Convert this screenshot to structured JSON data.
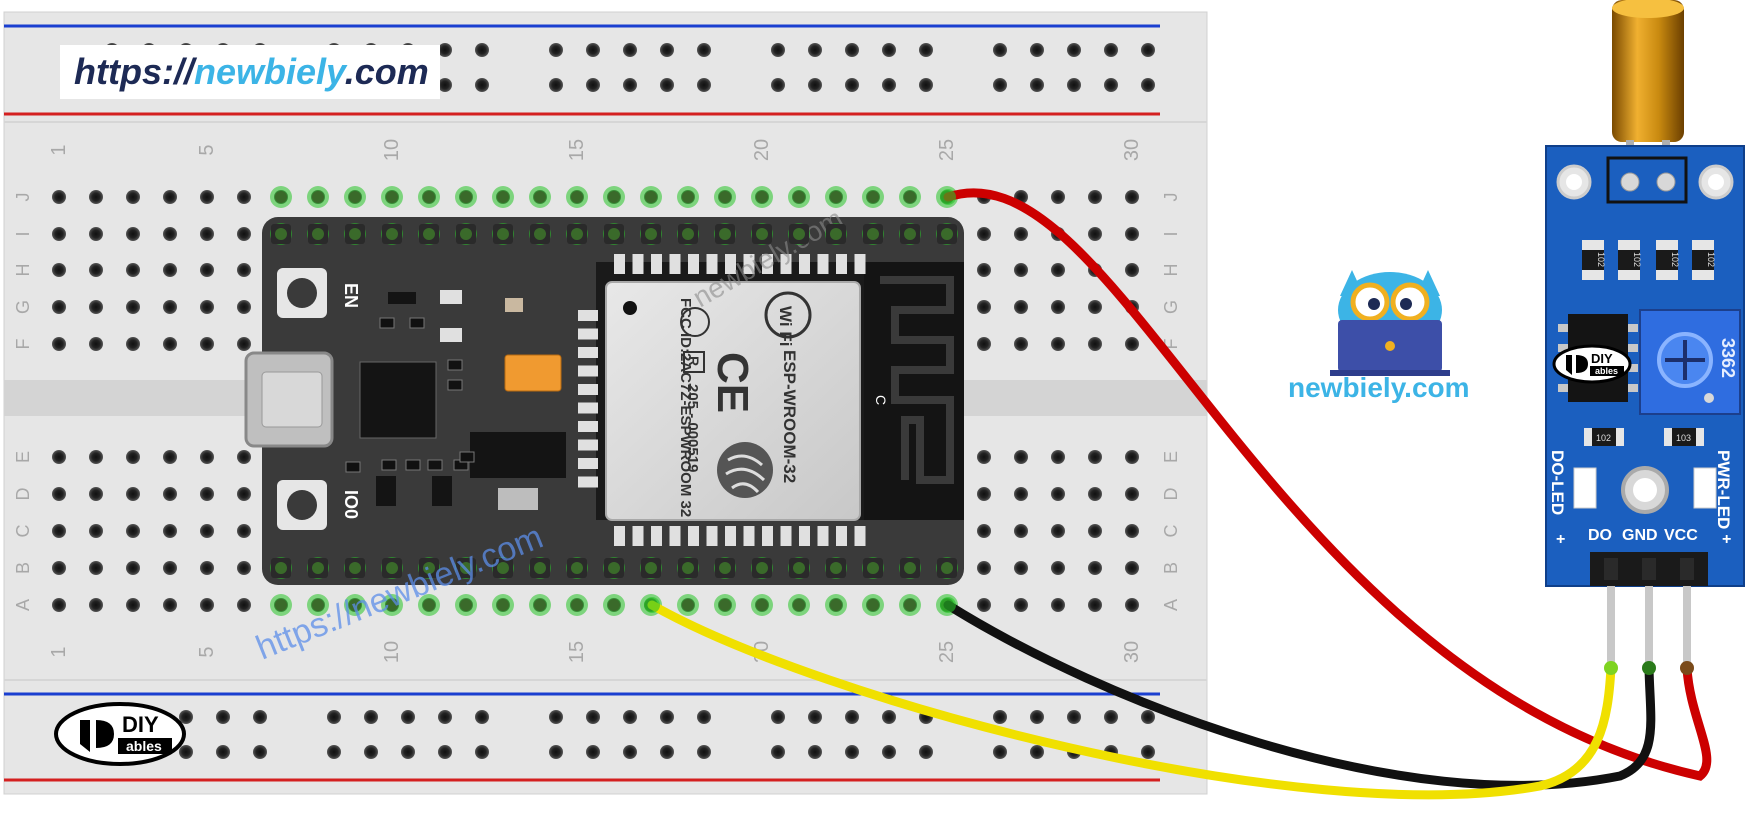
{
  "url_banner": {
    "prefix": "https://",
    "mid": "newbiely",
    "suffix": ".com"
  },
  "watermark": {
    "board": "newbiely.com",
    "diagonal": "https://newbiely.com"
  },
  "breadboard": {
    "column_numbers": [
      "1",
      "5",
      "10",
      "15",
      "20",
      "25",
      "30"
    ],
    "row_letters_top": [
      "J",
      "I",
      "H",
      "G",
      "F"
    ],
    "row_letters_bottom": [
      "E",
      "D",
      "C",
      "B",
      "A"
    ],
    "logo_text": [
      "DIY",
      "ables"
    ]
  },
  "esp32": {
    "button_en": "EN",
    "button_io0": "IO0",
    "module_name": "ESP-WROOM-32",
    "fcc_id": "FCC ID:2AC7Z-ESPWROOM 32",
    "cert_r": "R",
    "cert_number": "205 - 000519",
    "wifi_label": "Wi Fi",
    "ce_mark": "CE",
    "antenna_mark": "C"
  },
  "sensor": {
    "pot_code": "3362",
    "res_code_1": "102",
    "res_code_2": "103",
    "led_left": "DO-LED",
    "led_right": "PWR-LED",
    "pin_do": "DO",
    "pin_gnd": "GND",
    "pin_vcc": "VCC",
    "logo_text": [
      "DIY",
      "ables"
    ]
  },
  "brand": {
    "caption": "newbiely.com"
  },
  "colors": {
    "wire_vcc": "#cc0000",
    "wire_gnd": "#111111",
    "wire_signal": "#f0e000",
    "breadboard": "#e6e6e6",
    "board": "#3a3a3a",
    "sensor_pcb": "#1b5fbf",
    "pin_highlight": "#27c427",
    "brand_blue": "#3cb4e6"
  }
}
